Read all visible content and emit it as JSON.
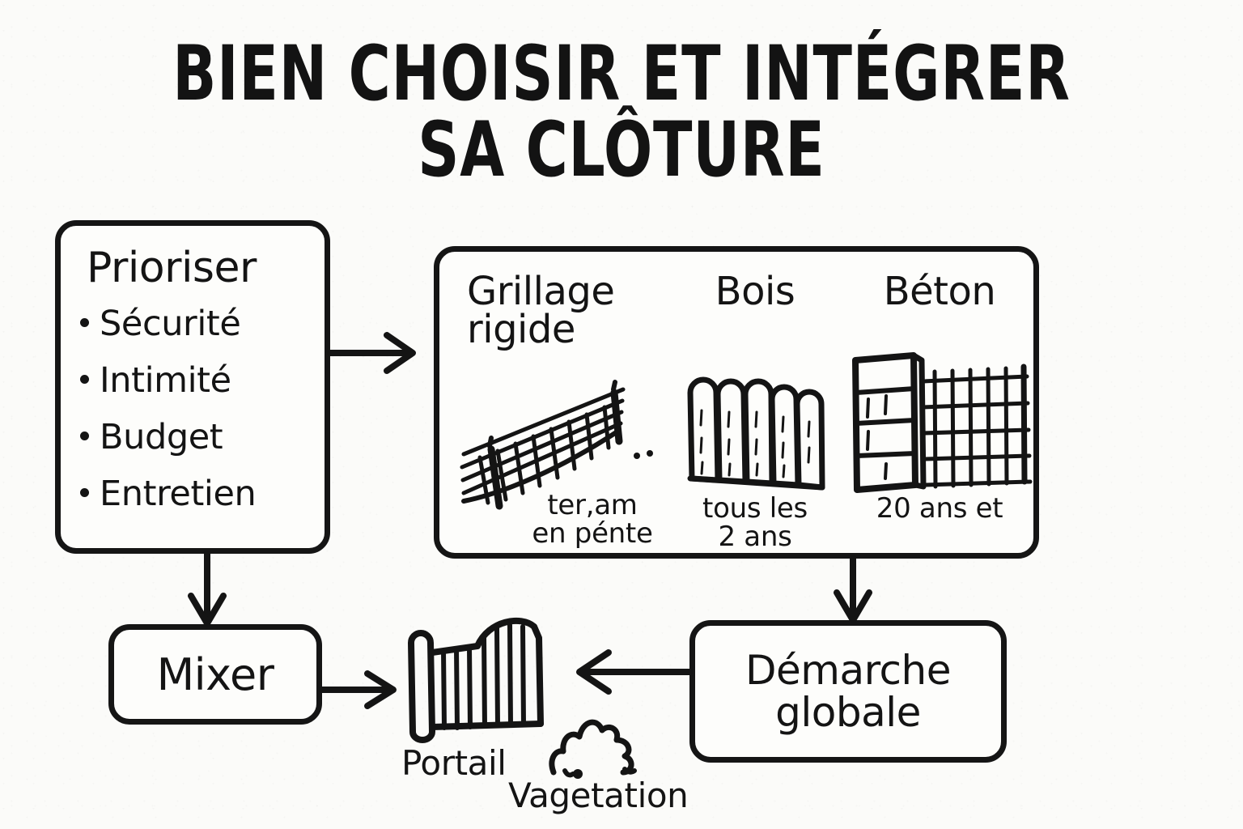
{
  "title": {
    "line1": "BIEN CHOISIR ET INTÉGRER",
    "line2": "SA CLÔTURE"
  },
  "prioriser": {
    "heading": "Prioriser",
    "items": [
      {
        "label": "Sécurité"
      },
      {
        "label": "Intimité"
      },
      {
        "label": "Budget"
      },
      {
        "label": "Entretien"
      }
    ]
  },
  "materials": {
    "columns": [
      {
        "heading_line1": "Grillage",
        "heading_line2": "rigide",
        "icon": "rigid-wire-mesh-fence-on-slope-icon",
        "caption_line1": "ter,am",
        "caption_line2": "en pénte"
      },
      {
        "heading_line1": "Bois",
        "heading_line2": "",
        "icon": "wooden-picket-fence-icon",
        "caption_line1": "tous les",
        "caption_line2": "2 ans"
      },
      {
        "heading_line1": "Béton",
        "heading_line2": "",
        "icon": "concrete-panel-and-mesh-fence-icon",
        "caption_line1": "20 ans et",
        "caption_line2": ""
      }
    ]
  },
  "mixer": {
    "label": "Mixer"
  },
  "demarche": {
    "line1": "Démarche",
    "line2": "globale"
  },
  "bottom_art": {
    "portail": {
      "label": "Portail",
      "icon": "garden-gate-icon"
    },
    "vegetation": {
      "label": "Vagetation",
      "icon": "bush-shrub-icon"
    }
  },
  "arrows": [
    {
      "name": "arrow-prioriser-to-materials",
      "direction": "right"
    },
    {
      "name": "arrow-prioriser-to-mixer",
      "direction": "down"
    },
    {
      "name": "arrow-materials-to-demarche",
      "direction": "down"
    },
    {
      "name": "arrow-mixer-to-portail",
      "direction": "right"
    },
    {
      "name": "arrow-demarche-to-portail",
      "direction": "left"
    }
  ],
  "colors": {
    "ink": "#141414",
    "paper": "#fbfbf9"
  }
}
